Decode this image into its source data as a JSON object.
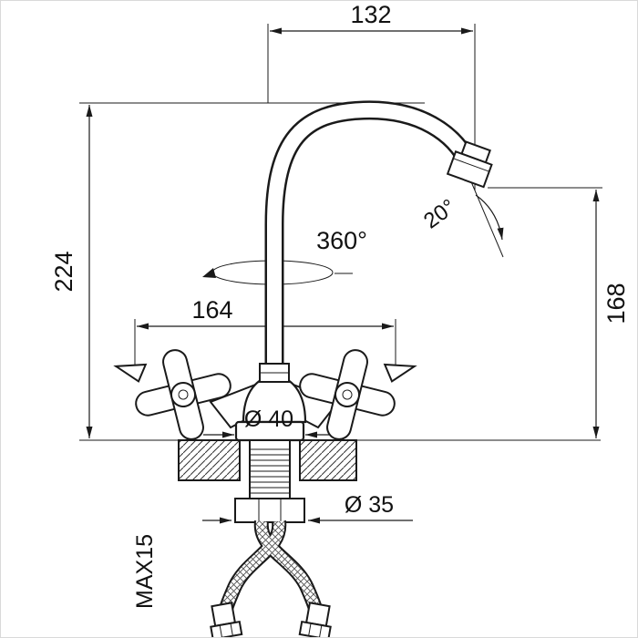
{
  "labels": {
    "dim_top_width": "132",
    "dim_overall_height": "224",
    "dim_handle_span": "164",
    "dim_spout_height": "168",
    "swivel_angle": "360°",
    "tilt_angle": "20°",
    "base_diameter": "Ø 40",
    "thread_diameter": "Ø 35",
    "max_deck_thickness": "MAX15"
  },
  "colors": {
    "line": "#1a1a1a",
    "background": "#ffffff"
  }
}
